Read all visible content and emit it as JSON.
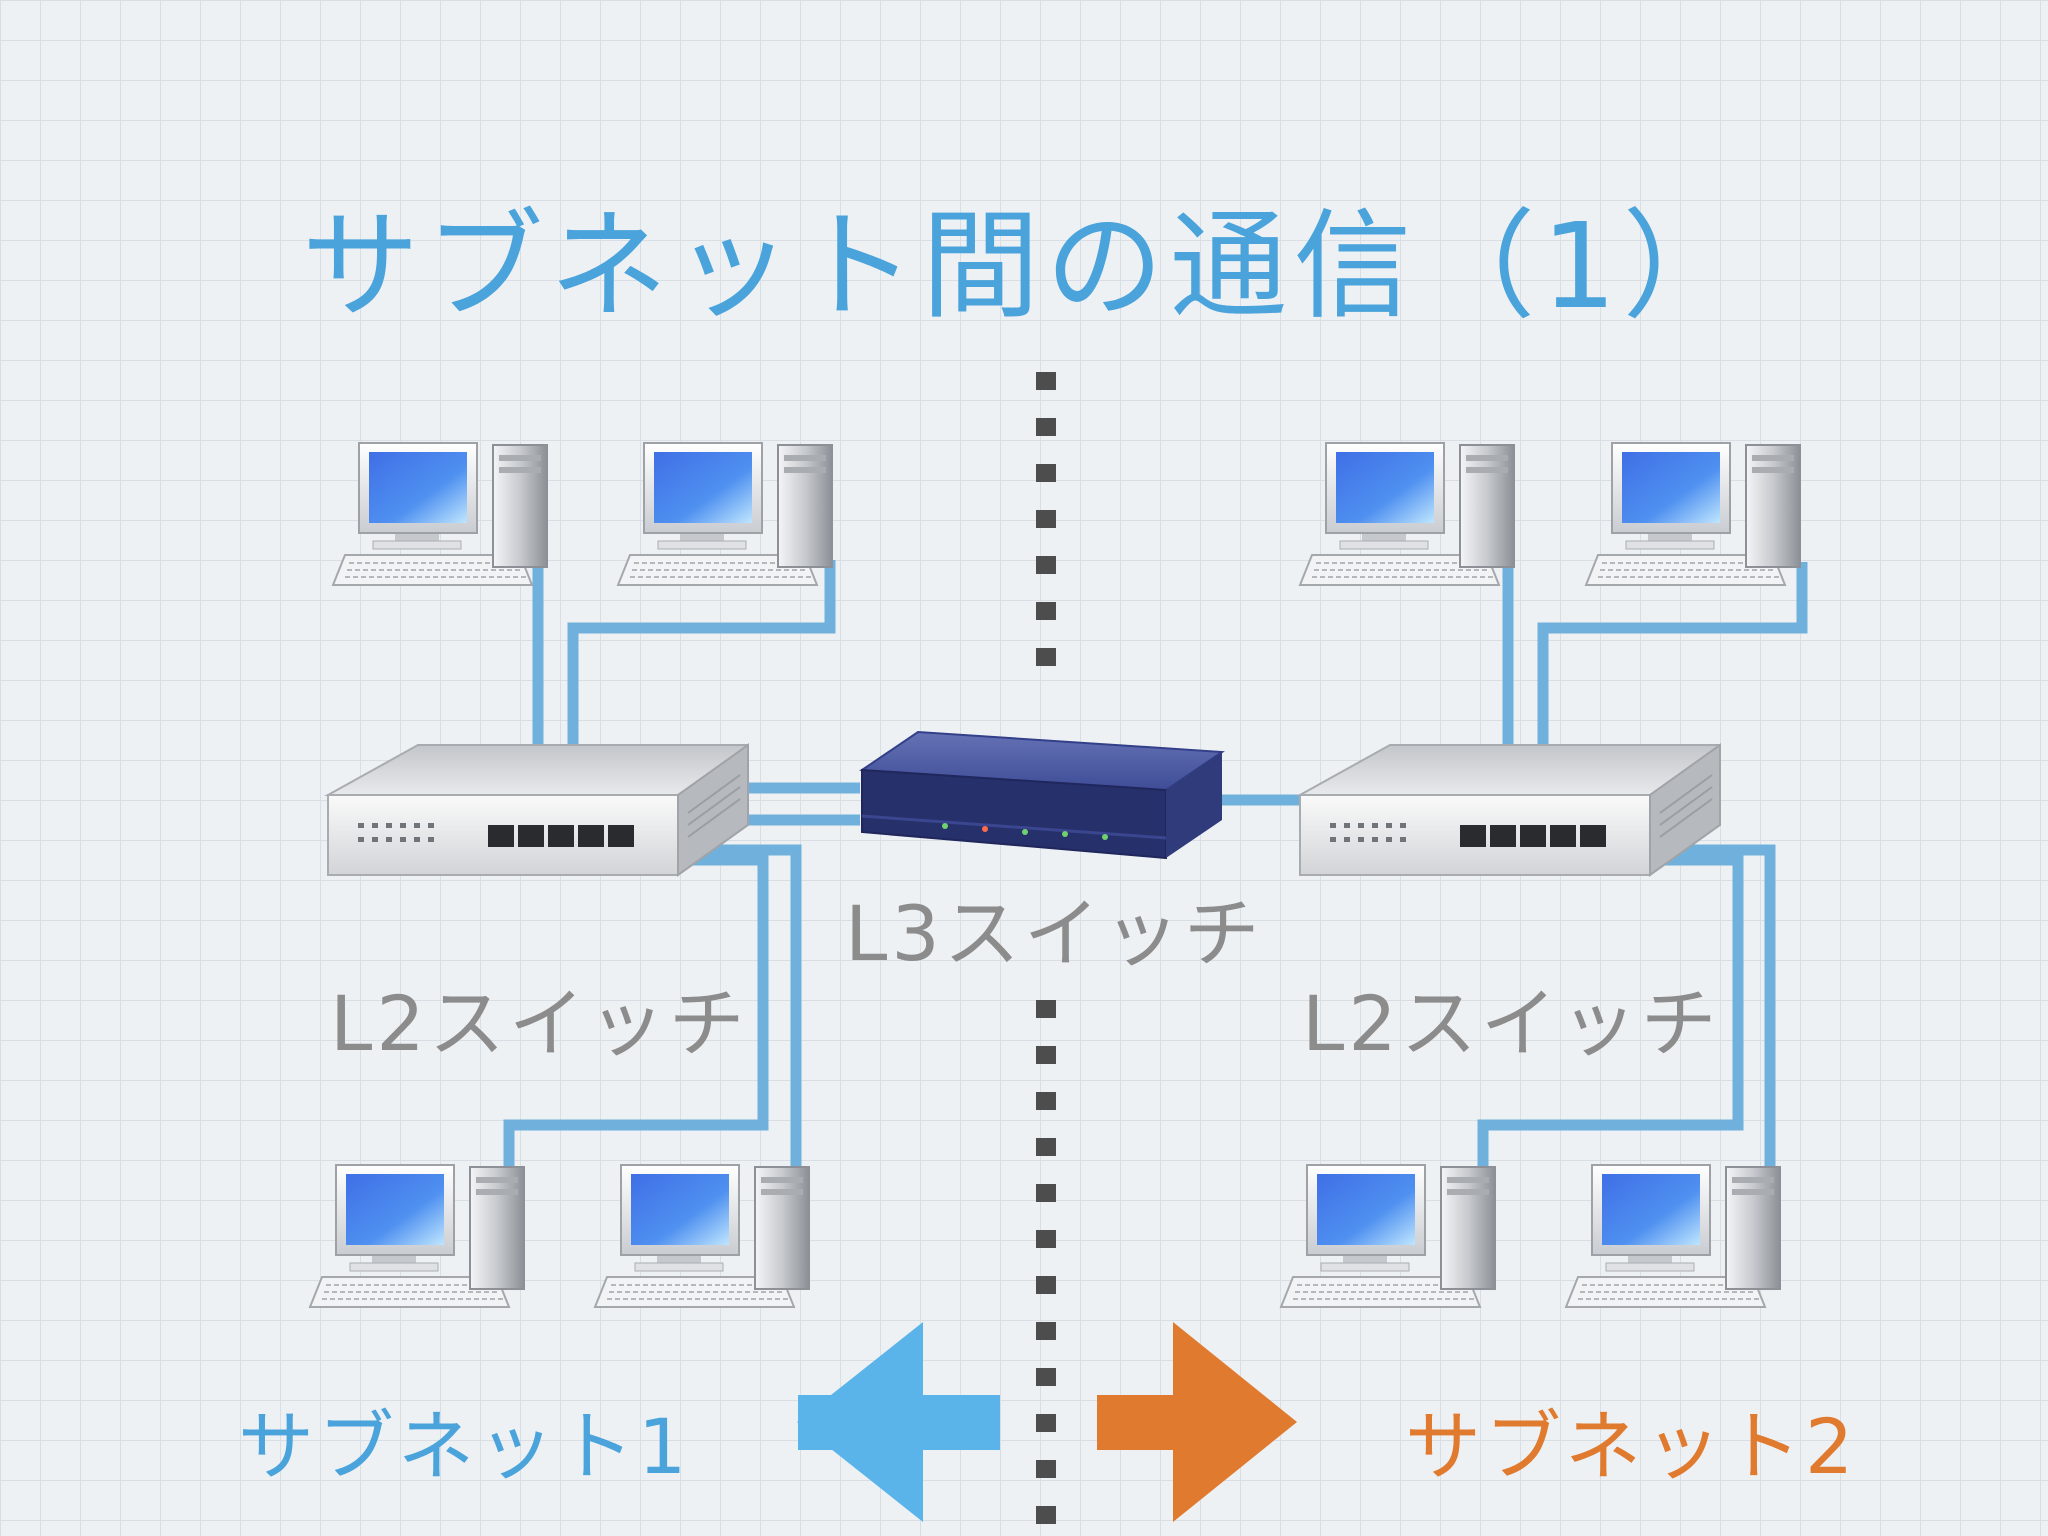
{
  "title": "サブネット間の通信（1）",
  "labels": {
    "l3_switch": "L3スイッチ",
    "l2_switch_left": "L2スイッチ",
    "l2_switch_right": "L2スイッチ",
    "subnet1": "サブネット1",
    "subnet2": "サブネット2"
  },
  "colors": {
    "title": "#4aa3db",
    "cable": "#6fb1dc",
    "subnet1": "#4aa3db",
    "subnet2": "#e07a2e",
    "arrow_left": "#5ab4ea",
    "arrow_right": "#e07a2e",
    "l3_switch": "#3b4a94",
    "l2_switch": "#d6d8db",
    "divider": "#4d4d4d"
  },
  "icons": {
    "computer": "desktop-computer-icon",
    "l2_switch": "l2-switch-icon",
    "l3_switch": "l3-switch-icon",
    "arrow_left": "arrow-left-icon",
    "arrow_right": "arrow-right-icon"
  }
}
